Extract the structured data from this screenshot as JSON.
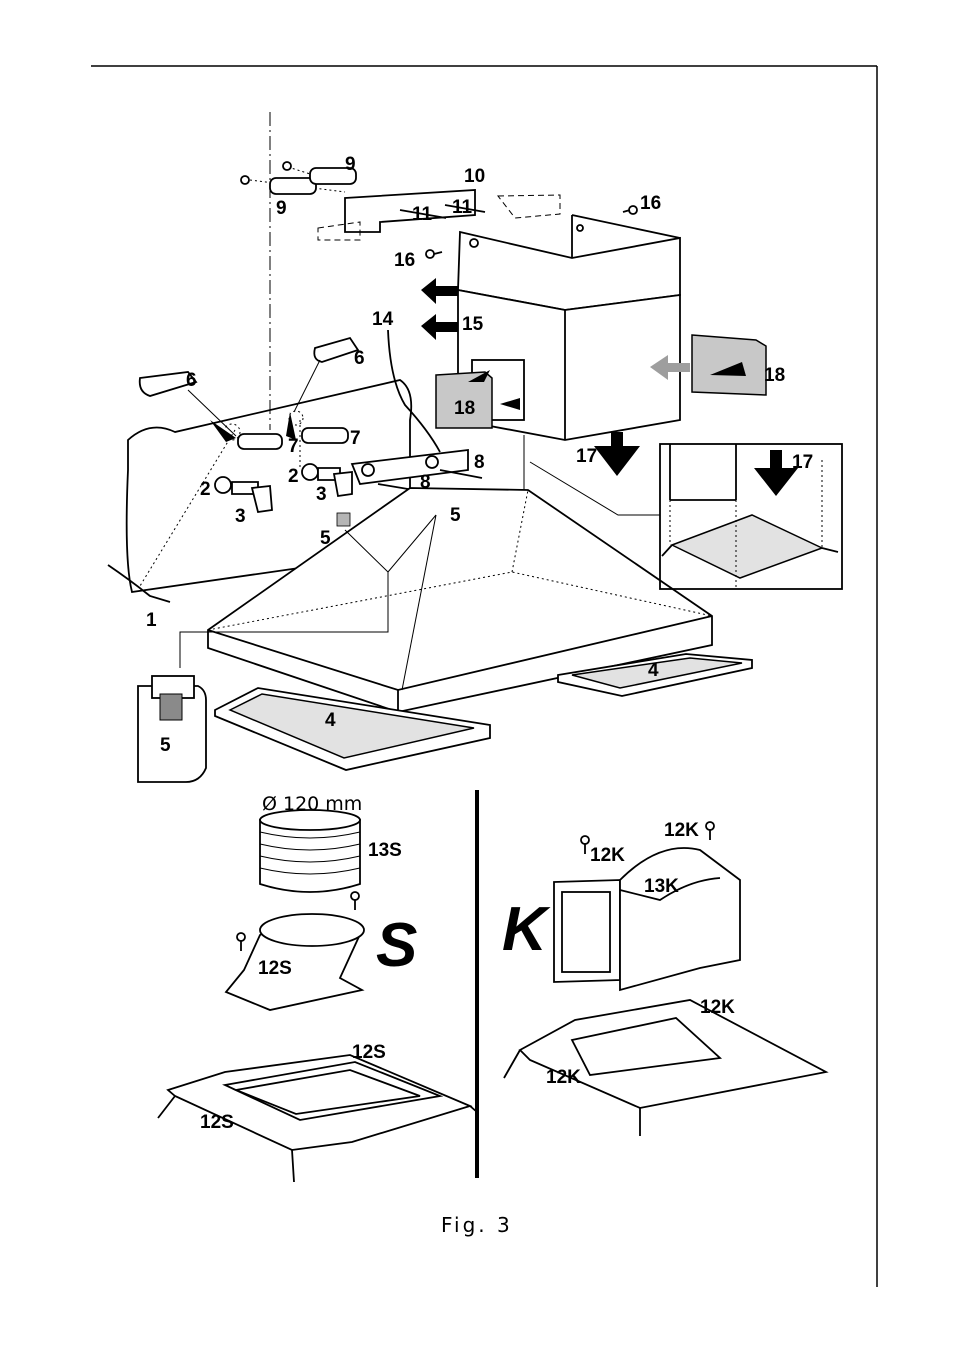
{
  "callouts": {
    "c1": "1",
    "c2a": "2",
    "c2b": "2",
    "c3a": "3",
    "c3b": "3",
    "c4a": "4",
    "c4b": "4",
    "c5a": "5",
    "c5b": "5",
    "c5c": "5",
    "c6a": "6",
    "c6b": "6",
    "c7a": "7",
    "c7b": "7",
    "c8a": "8",
    "c8b": "8",
    "c9a": "9",
    "c9b": "9",
    "c10": "10",
    "c11a": "11",
    "c11b": "11",
    "c14": "14",
    "c15": "15",
    "c16a": "16",
    "c16b": "16",
    "c17a": "17",
    "c17b": "17",
    "c18a": "18",
    "c18b": "18",
    "c13s": "13S",
    "c12s_a": "12S",
    "c12s_b": "12S",
    "c12s_c": "12S",
    "c13k": "13K",
    "c12k_a": "12K",
    "c12k_b": "12K",
    "c12k_c": "12K",
    "c12k_d": "12K"
  },
  "diameter_label": "Ø 120 mm",
  "variant_s": "S",
  "variant_k": "K",
  "caption": "Fig. 3",
  "icons": [
    "screw-icon",
    "wall-plug-icon",
    "arrow-icon",
    "hand-drill-icon"
  ]
}
